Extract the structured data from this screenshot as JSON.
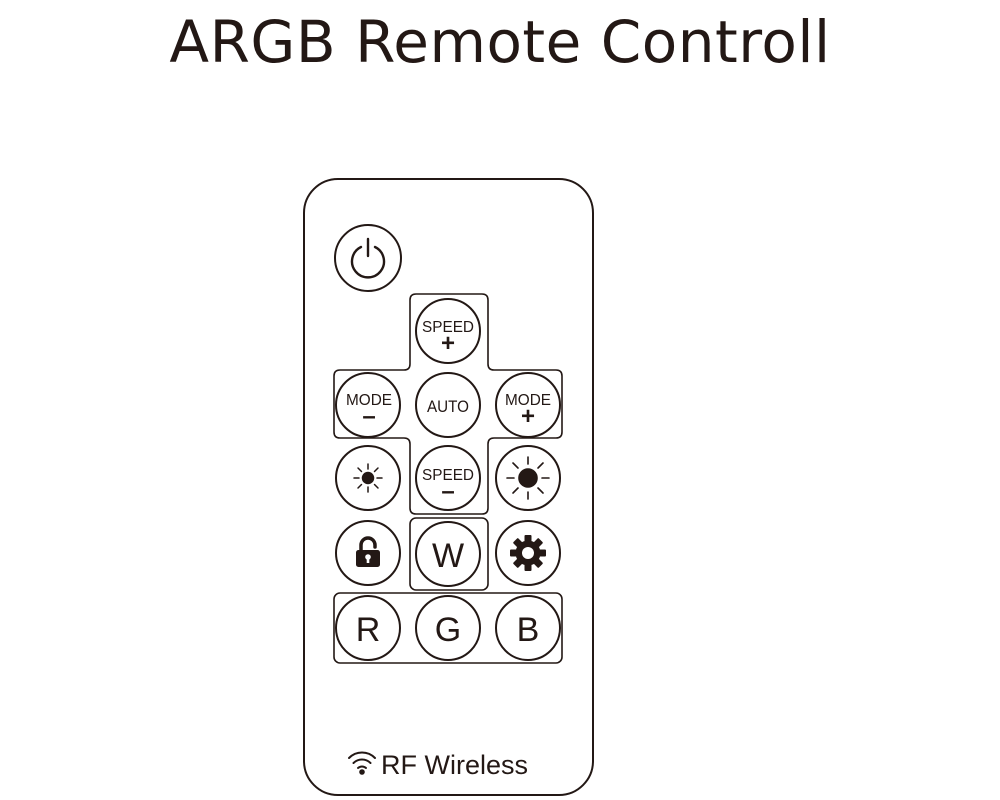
{
  "title": "ARGB Remote Controll",
  "remote": {
    "buttons": {
      "speed_up": {
        "line1": "SPEED",
        "line2": "+"
      },
      "mode_down": {
        "line1": "MODE",
        "line2": "–"
      },
      "auto": "AUTO",
      "mode_up": {
        "line1": "MODE",
        "line2": "+"
      },
      "speed_down": {
        "line1": "SPEED",
        "line2": "–"
      },
      "white": "W",
      "red": "R",
      "green": "G",
      "blue": "B"
    },
    "footer": "RF Wireless"
  }
}
